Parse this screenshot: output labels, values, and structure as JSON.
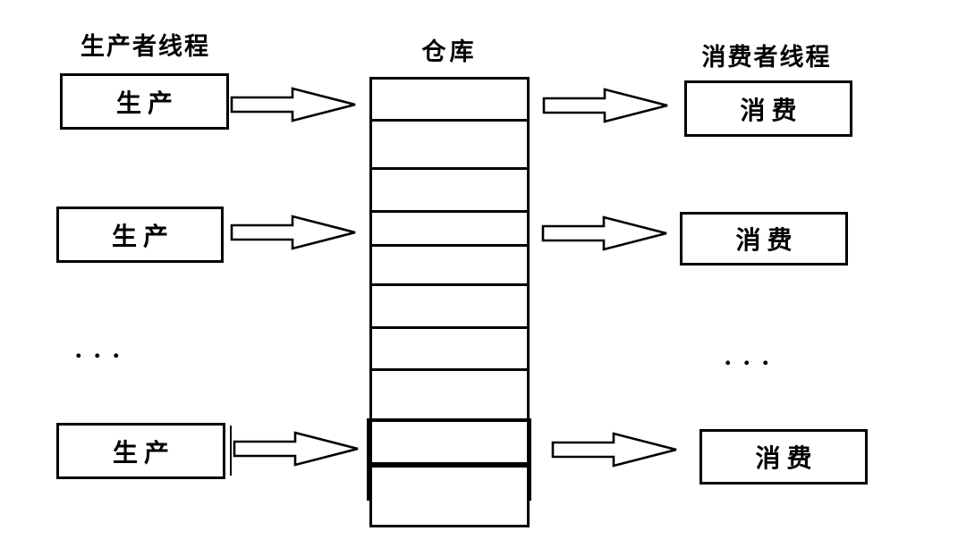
{
  "diagram": {
    "colors": {
      "stroke": "#000000",
      "fill": "#ffffff",
      "background": "#ffffff"
    },
    "producer": {
      "title": "生产者线程",
      "boxes": [
        {
          "label": "生产"
        },
        {
          "label": "生产"
        },
        {
          "label": "生产"
        }
      ],
      "ellipsis": ". . ."
    },
    "warehouse": {
      "title": "仓库",
      "cell_count": 10,
      "highlighted_cell_index": 9
    },
    "consumer": {
      "title": "消费者线程",
      "boxes": [
        {
          "label": "消费"
        },
        {
          "label": "消费"
        },
        {
          "label": "消费"
        }
      ],
      "ellipsis": ". . ."
    }
  }
}
